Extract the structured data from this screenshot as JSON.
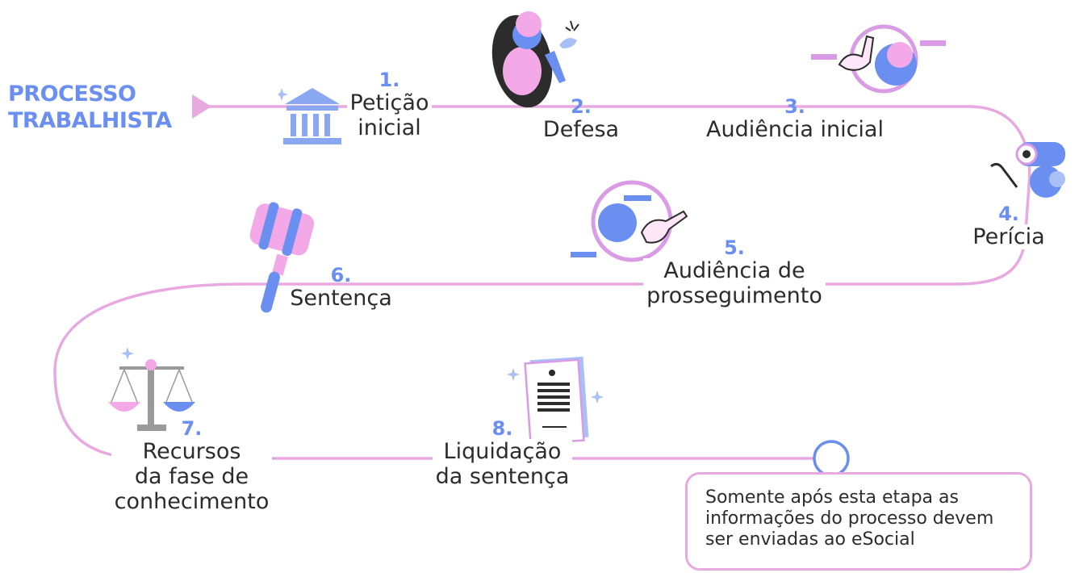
{
  "title": {
    "line1": "PROCESSO",
    "line2": "TRABALHISTA"
  },
  "steps": [
    {
      "number": "1.",
      "label": "Petição\ninicial",
      "icon": "courthouse-icon"
    },
    {
      "number": "2.",
      "label": "Defesa",
      "icon": "person-defending-icon"
    },
    {
      "number": "3.",
      "label": "Audiência inicial",
      "icon": "pointing-hand-person-icon"
    },
    {
      "number": "4.",
      "label": "Perícia",
      "icon": "investigator-binoculars-icon"
    },
    {
      "number": "5.",
      "label": "Audiência de\nprosseguimento",
      "icon": "pointing-hand-person-icon"
    },
    {
      "number": "6.",
      "label": "Sentença",
      "icon": "gavel-icon"
    },
    {
      "number": "7.",
      "label": "Recursos\nda fase de\nconhecimento",
      "icon": "scales-of-justice-icon"
    },
    {
      "number": "8.",
      "label": "Liquidação\nda sentença",
      "icon": "document-icon"
    }
  ],
  "note": {
    "text": "Somente após esta etapa as informações do processo devem ser enviadas ao eSocial"
  },
  "colors": {
    "path": "#e7a9e0",
    "accent_blue": "#6a8ff0",
    "accent_pink": "#f3a8e8",
    "text": "#2c2c2c"
  }
}
